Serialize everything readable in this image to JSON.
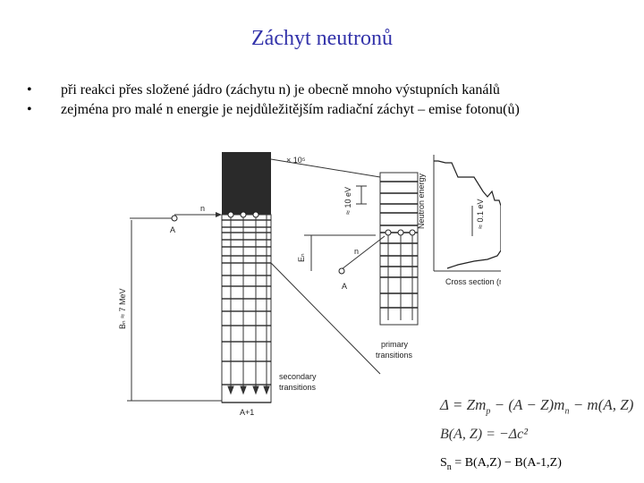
{
  "title": "Záchyt neutronů",
  "bullets": [
    {
      "marker": "•",
      "text": "při reakci přes složené jádro (záchytu n) je obecně mnoho výstupních kanálů"
    },
    {
      "marker": "•",
      "text": "zejména pro malé n energie je nejdůležitějším radiační záchyt – emise fotonu(ů)"
    }
  ],
  "diagram": {
    "labels": {
      "scale_top": "× 10⁵",
      "n_left": "n",
      "A_left": "A",
      "Bn": "Bₙ ≈ 7 MeV",
      "En": "Eₙ",
      "n_mid": "n",
      "A_mid": "A",
      "ten_ev": "≈ 10 eV",
      "neutron_energy": "Neutron energy",
      "point_one_ev": "≈ 0.1 eV",
      "cross_section": "Cross section (n,γ)",
      "primary": "primary",
      "transitions": "transitions",
      "secondary": "secondary",
      "secondary_transitions": "transitions",
      "a_plus_1": "A+1"
    }
  },
  "formulas": {
    "delta_lhs": "Δ = Zm",
    "delta_sub_p": "p",
    "delta_mid": " − (A − Z)m",
    "delta_sub_n": "n",
    "delta_rhs": " − m(A, Z)",
    "binding": "B(A, Z) = −Δc²",
    "sn_lhs": "S",
    "sn_sub": "n",
    "sn_rhs": " = B(A,Z) − B(A-1,Z)"
  }
}
